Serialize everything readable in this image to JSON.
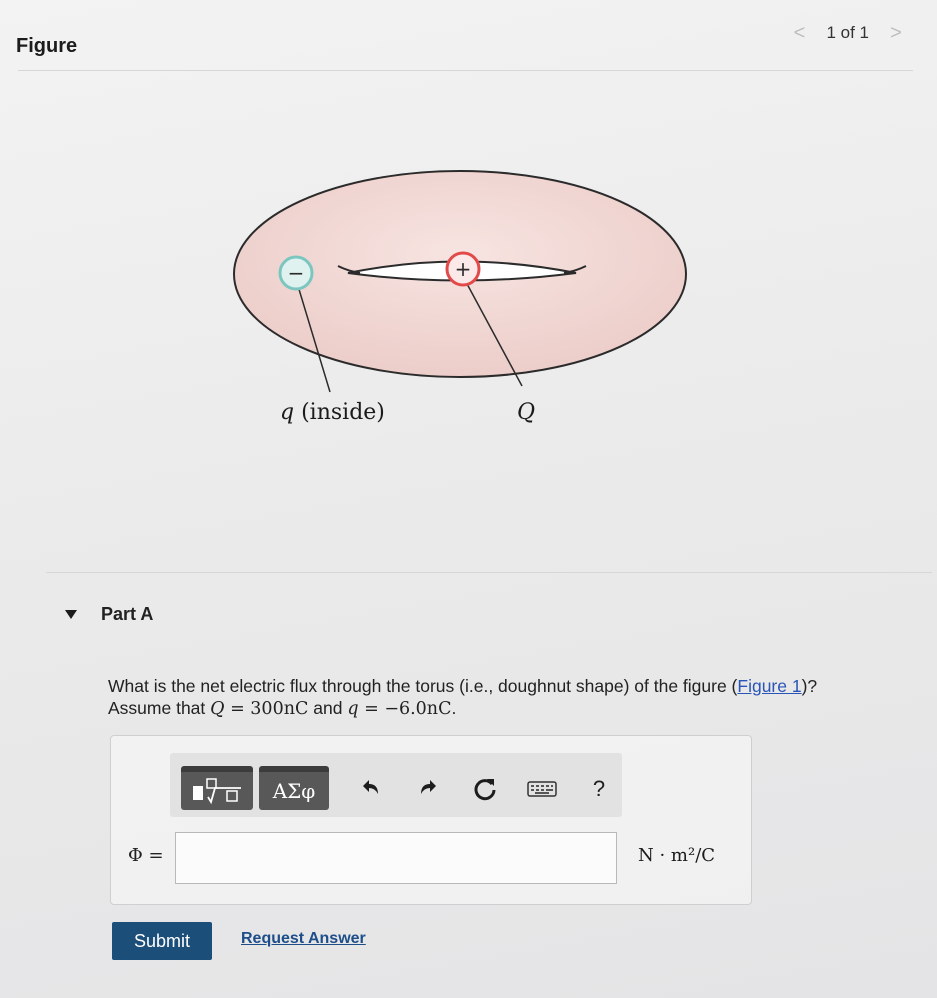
{
  "figure_panel": {
    "title": "Figure",
    "pager": {
      "prev": "<",
      "count": "1 of 1",
      "next": ">"
    },
    "labels": {
      "q_inside_symbol": "q",
      "q_inside_text": "(inside)",
      "Q_symbol": "Q"
    },
    "charges": {
      "negative": "−",
      "positive": "+"
    },
    "colors": {
      "torus_fill": "#f1d7d4",
      "neg_charge": "#7cc6c0",
      "pos_charge": "#e24a4a"
    }
  },
  "part": {
    "title": "Part A",
    "question_line1": "What is the net electric flux through the torus (i.e., doughnut shape) of the figure (",
    "figure_link": "Figure 1",
    "question_line1_end": ")?",
    "assume_prefix": "Assume that ",
    "Q_var": "Q",
    "equals": " = ",
    "Q_value": "300nC",
    "and_text": " and ",
    "q_var": "q",
    "q_value": "−6.0nC",
    "period": "."
  },
  "toolbar": {
    "templates_icon": "templates-icon",
    "greek_label": "ΑΣφ",
    "undo_icon": "undo-icon",
    "redo_icon": "redo-icon",
    "reset_icon": "reset-icon",
    "keyboard_icon": "keyboard-icon",
    "help_label": "?"
  },
  "answer": {
    "var_label": "Φ =",
    "value": "",
    "units": "N · m²/C"
  },
  "actions": {
    "submit_label": "Submit",
    "request_label": "Request Answer"
  }
}
